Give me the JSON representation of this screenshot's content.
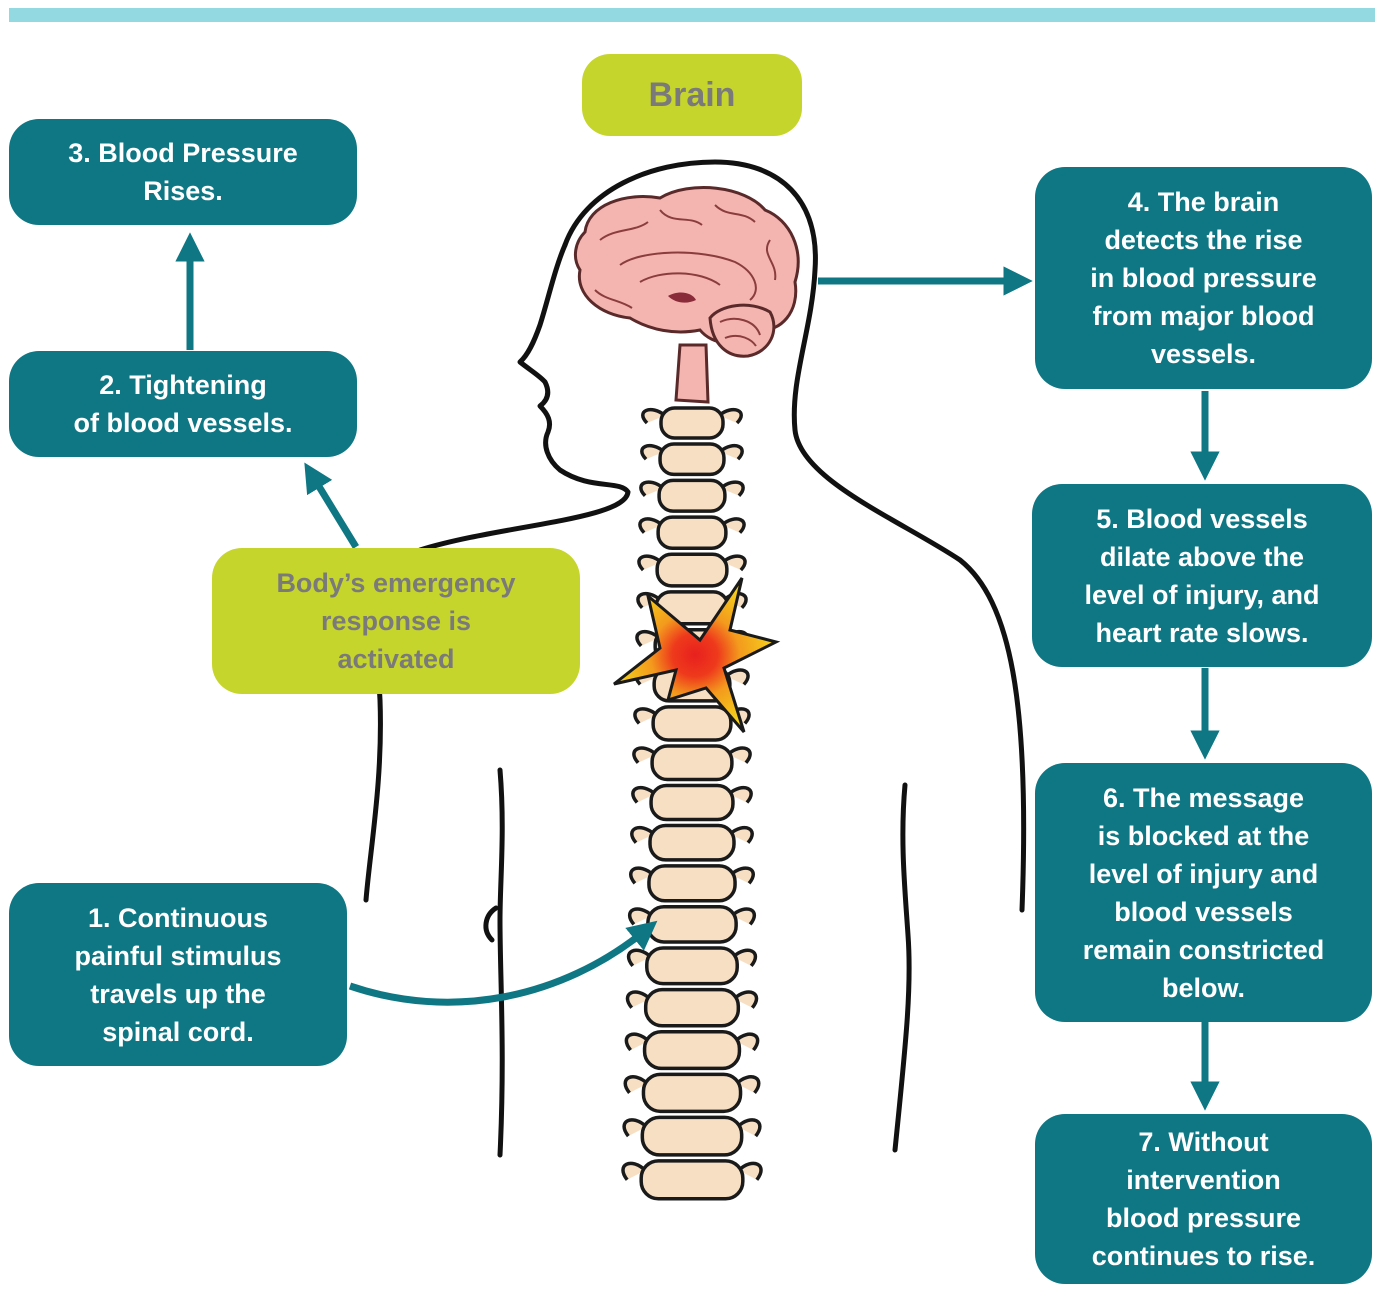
{
  "colors": {
    "top_bar": "#93d9e2",
    "teal_box": "#0f7784",
    "teal_text": "#ffffff",
    "lime_box": "#c6d52c",
    "lime_text": "#7a7a7a",
    "arrow": "#0f7784",
    "brain": "#f4b5b0",
    "spine": "#f7dfc4",
    "injury_red": "#e8201e",
    "injury_yellow": "#f4d21b"
  },
  "labels": {
    "brain": "Brain",
    "emergency": "Body’s emergency\nresponse is\nactivated"
  },
  "steps": [
    "1. Continuous\npainful stimulus\ntravels up the\nspinal cord.",
    "2. Tightening\nof blood vessels.",
    "3. Blood Pressure\nRises.",
    "4. The brain\ndetects the rise\nin blood pressure\nfrom major blood\nvessels.",
    "5. Blood vessels\ndilate above the\nlevel of injury, and\nheart rate slows.",
    "6. The message\nis blocked at the\nlevel of injury and\nblood vessels\nremain constricted\nbelow.",
    "7. Without\nintervention\nblood pressure\ncontinues to rise."
  ],
  "icons": [
    "human-silhouette-outline",
    "brain-icon",
    "spine-icon",
    "injury-star-icon"
  ]
}
